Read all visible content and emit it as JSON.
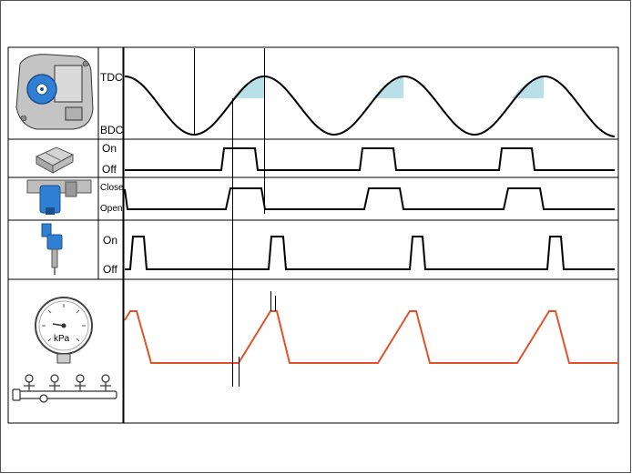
{
  "rows": {
    "piston": {
      "labels": {
        "top": "TDC",
        "bottom": "BDC"
      }
    },
    "signal": {
      "labels": {
        "top": "On",
        "bottom": "Off"
      }
    },
    "valve": {
      "labels": {
        "top": "Close",
        "bottom": "Open"
      }
    },
    "injector": {
      "labels": {
        "top": "On",
        "bottom": "Off"
      }
    },
    "pressure": {
      "gauge_unit": "kPa"
    }
  },
  "colors": {
    "trace": "#000000",
    "pressure_trace": "#e0522a",
    "highlight": "#b9e0e8",
    "component_blue": "#2f7fd4",
    "component_grey": "#c4c4c4"
  },
  "icons": [
    "pump-icon",
    "solenoid-icon",
    "valve-icon",
    "injector-icon",
    "pressure-gauge-icon",
    "fuel-rail-icon"
  ]
}
